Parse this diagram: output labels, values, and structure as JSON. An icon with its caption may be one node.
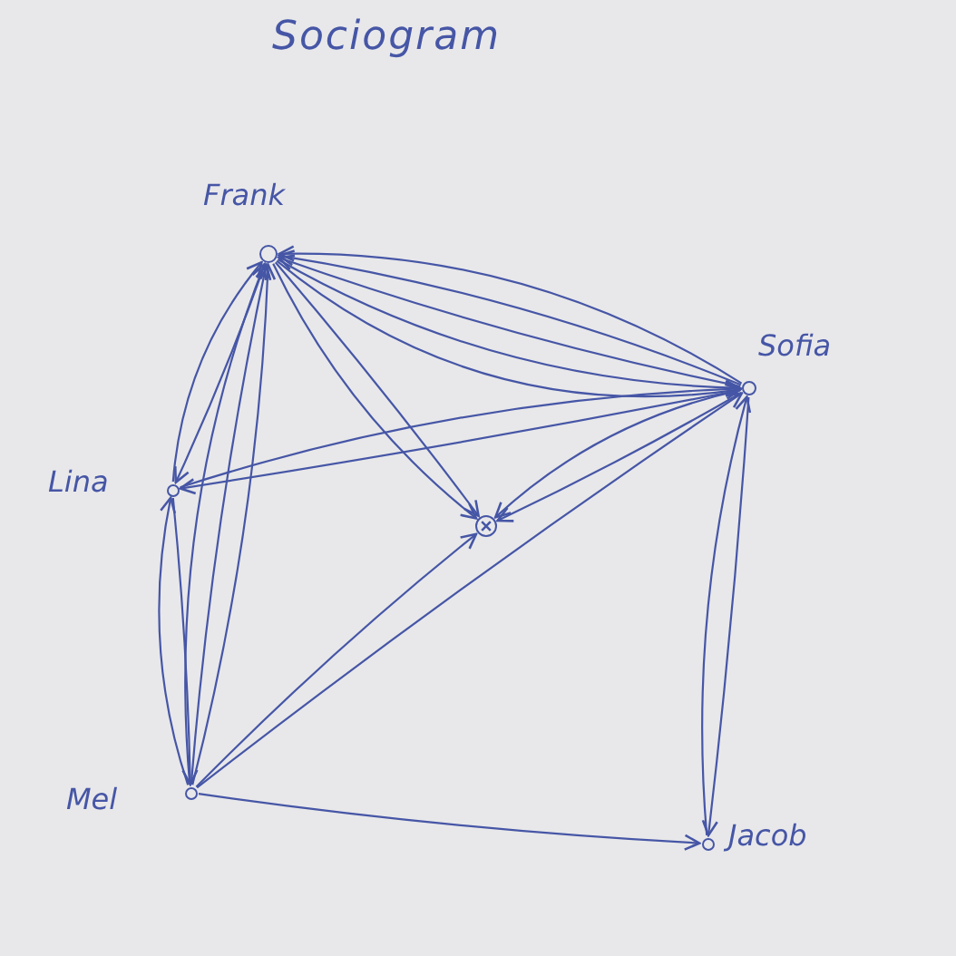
{
  "diagram": {
    "title": "Sociogram",
    "nodes": [
      {
        "text": [
          "Frank"
        ]
      },
      {
        "text": [
          "Sofia"
        ]
      },
      {
        "text": [
          "Lina"
        ]
      },
      {
        "text": [],
        "shape": "circle"
      },
      {
        "text": [
          "Mel"
        ]
      },
      {
        "text": [
          "Jacob"
        ]
      }
    ],
    "edges": [
      {
        "from": 1,
        "to": 0,
        "arrow": "to"
      },
      {
        "from": 1,
        "to": 0,
        "arrow": "to"
      },
      {
        "from": 1,
        "to": 0,
        "arrow": "to"
      },
      {
        "from": 0,
        "to": 1,
        "arrow": "to"
      },
      {
        "from": 0,
        "to": 1,
        "arrow": "to"
      },
      {
        "from": 0,
        "to": 2,
        "arrow": "to"
      },
      {
        "from": 2,
        "to": 0,
        "arrow": "to"
      },
      {
        "from": 4,
        "to": 0,
        "arrow": "to"
      },
      {
        "from": 4,
        "to": 0,
        "arrow": "to"
      },
      {
        "from": 4,
        "to": 0,
        "arrow": "to"
      },
      {
        "from": 0,
        "to": 3,
        "arrow": "to"
      },
      {
        "from": 0,
        "to": 3,
        "arrow": "to"
      },
      {
        "from": 1,
        "to": 2,
        "arrow": "to"
      },
      {
        "from": 2,
        "to": 1,
        "arrow": "to"
      },
      {
        "from": 1,
        "to": 3,
        "arrow": "to"
      },
      {
        "from": 1,
        "to": 3,
        "arrow": "to"
      },
      {
        "from": 2,
        "to": 4,
        "arrow": "to"
      },
      {
        "from": 4,
        "to": 2,
        "arrow": "to"
      },
      {
        "from": 4,
        "to": 3,
        "arrow": "to"
      },
      {
        "from": 4,
        "to": 1,
        "arrow": "to"
      },
      {
        "from": 4,
        "to": 5,
        "arrow": "to"
      },
      {
        "from": 1,
        "to": 5,
        "arrow": "to"
      },
      {
        "from": 5,
        "to": 1,
        "arrow": "to"
      }
    ]
  }
}
